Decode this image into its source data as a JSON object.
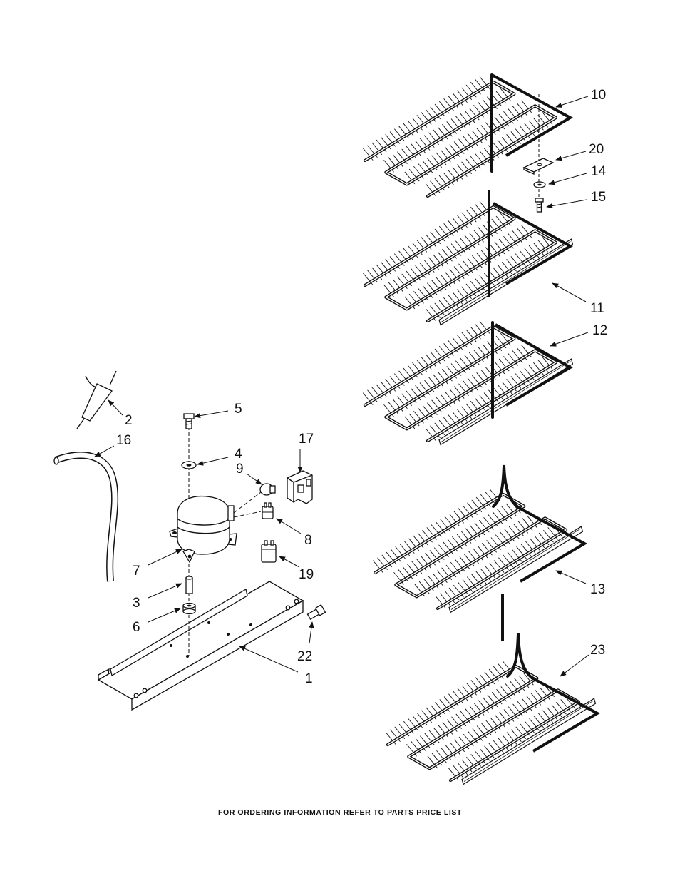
{
  "footer": "FOR ORDERING INFORMATION REFER TO PARTS PRICE LIST",
  "callouts": {
    "p1": "1",
    "p2": "2",
    "p3": "3",
    "p4": "4",
    "p5": "5",
    "p6": "6",
    "p7": "7",
    "p8": "8",
    "p9": "9",
    "p10": "10",
    "p11": "11",
    "p12": "12",
    "p13": "13",
    "p14": "14",
    "p15": "15",
    "p16": "16",
    "p17": "17",
    "p19": "19",
    "p20": "20",
    "p22": "22",
    "p23": "23"
  }
}
